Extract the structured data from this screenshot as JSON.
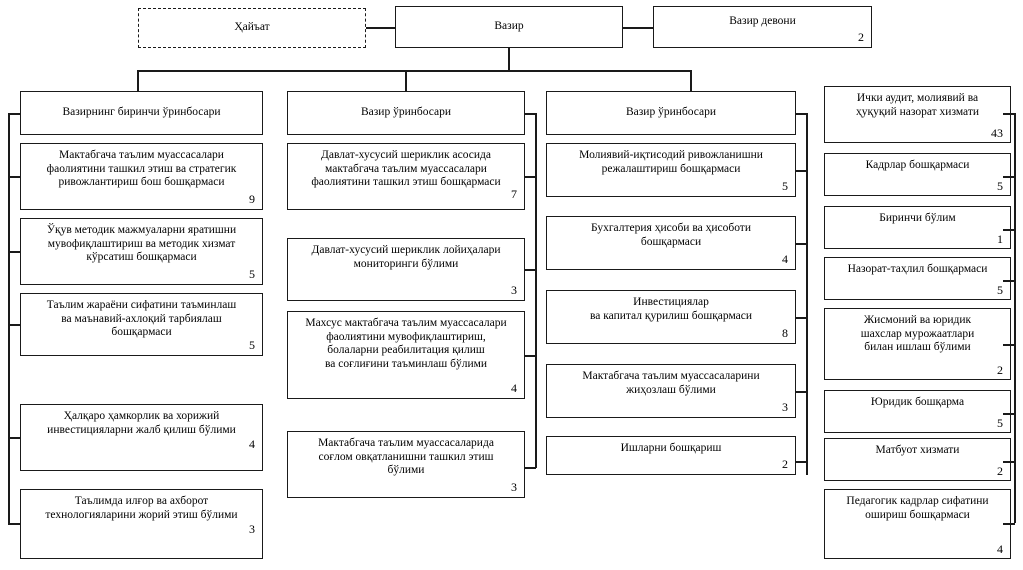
{
  "diagram": {
    "title": "Ministry organizational structure chart",
    "colors": {
      "line": "#1a1a1a",
      "background": "#ffffff",
      "text": "#000000"
    }
  },
  "top_row": {
    "collegium": {
      "label": "Ҳайъат",
      "count": ""
    },
    "minister": {
      "label": "Вазир",
      "count": ""
    },
    "minister_office": {
      "label": "Вазир девони",
      "count": "2"
    }
  },
  "columns": [
    {
      "id": "first-deputy",
      "head": {
        "label": "Вазирнинг биринчи ўринбосари",
        "count": ""
      },
      "units": [
        {
          "label": "Мактабгача таълим муассасалари\nфаолиятини ташкил этиш ва стратегик\nривожлантириш бош бошқармаси",
          "count": "9"
        },
        {
          "label": "Ўқув методик мажмуаларни яратишни\nмувофиқлаштириш ва методик хизмат\nкўрсатиш бошқармаси",
          "count": "5"
        },
        {
          "label": "Таълим жараёни сифатини таъминлаш\nва маънавий-ахлоқий тарбиялаш\nбошқармаси",
          "count": "5"
        },
        {
          "label": "Ҳалқаро ҳамкорлик ва хорижий\nинвестицияларни жалб қилиш бўлими",
          "count": "4"
        },
        {
          "label": "Таълимда илғор ва ахборот\nтехнологияларини жорий этиш бўлими",
          "count": "3"
        }
      ]
    },
    {
      "id": "deputy-2",
      "head": {
        "label": "Вазир ўринбосари",
        "count": ""
      },
      "units": [
        {
          "label": "Давлат-хусусий шериклик асосида\nмактабгача таълим муассасалари\nфаолиятини ташкил этиш бошқармаси",
          "count": "7"
        },
        {
          "label": "Давлат-хусусий шериклик лойиҳалари\nмониторинги бўлими",
          "count": "3"
        },
        {
          "label": "Махсус мактабгача таълим муассасалари\nфаолиятини мувофиқлаштириш,\nболаларни реабилитация қилиш\nва соғлиғини таъминлаш бўлими",
          "count": "4"
        },
        {
          "label": "Мактабгача таълим муассасаларида\nсоғлом овқатланишни ташкил этиш\nбўлими",
          "count": "3"
        }
      ]
    },
    {
      "id": "deputy-3",
      "head": {
        "label": "Вазир ўринбосари",
        "count": ""
      },
      "units": [
        {
          "label": "Молиявий-иқтисодий ривожланишни\nрежалаштириш бошқармаси",
          "count": "5"
        },
        {
          "label": "Бухгалтерия ҳисоби ва ҳисоботи\nбошқармаси",
          "count": "4"
        },
        {
          "label": "Инвестициялар\nва капитал қурилиш бошқармаси",
          "count": "8"
        },
        {
          "label": "Мактабгача таълим муассасаларини\nжиҳозлаш бўлими",
          "count": "3"
        },
        {
          "label": "Ишларни бошқариш",
          "count": "2"
        }
      ]
    },
    {
      "id": "direct-services",
      "head": null,
      "units": [
        {
          "label": "Ички аудит, молиявий ва\nҳуқуқий назорат хизмати",
          "count": "43"
        },
        {
          "label": "Кадрлар бошқармаси",
          "count": "5"
        },
        {
          "label": "Биринчи бўлим",
          "count": "1"
        },
        {
          "label": "Назорат-таҳлил бошқармаси",
          "count": "5"
        },
        {
          "label": "Жисмоний ва юридик\nшахслар мурожаатлари\nбилан ишлаш бўлими",
          "count": "2"
        },
        {
          "label": "Юридик бошқарма",
          "count": "5"
        },
        {
          "label": "Матбуот хизмати",
          "count": "2"
        },
        {
          "label": "Педагогик кадрлар сифатини\nошириш бошқармаси",
          "count": "4"
        }
      ]
    }
  ]
}
